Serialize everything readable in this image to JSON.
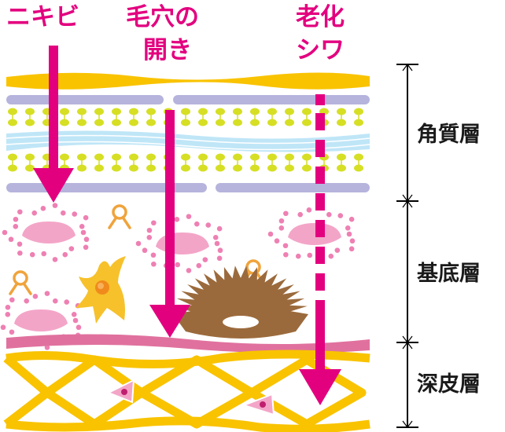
{
  "captions": {
    "acne": [
      "ニキビ"
    ],
    "pores": [
      "毛穴の",
      "開き"
    ],
    "aging": [
      "老化",
      "シワ"
    ]
  },
  "layers": {
    "stratum_corneum": "角質層",
    "basal_layer": "基底層",
    "dermis": "深皮層"
  },
  "colors": {
    "caption": "#e3007f",
    "arrow": "#e3007f",
    "yellow_band": "#f9c300",
    "lipid_bar": "#b6b4dd",
    "lipid_head": "#d6df24",
    "water_band": "#bfe6f7",
    "cell": "#f3a5c8",
    "cell_dot": "#ee80b3",
    "basement": "#e0719e",
    "receptor": "#f0a33b",
    "melanocyte": "#f6c12b",
    "melanin": "#9b6a3c",
    "scale": "#000000",
    "layer_label": "#1a1a1a"
  },
  "icons": {
    "acne_arrow": "arrow-down-icon",
    "pores_arrow": "arrow-down-icon",
    "aging_arrow": "dashed-arrow-down-icon"
  }
}
